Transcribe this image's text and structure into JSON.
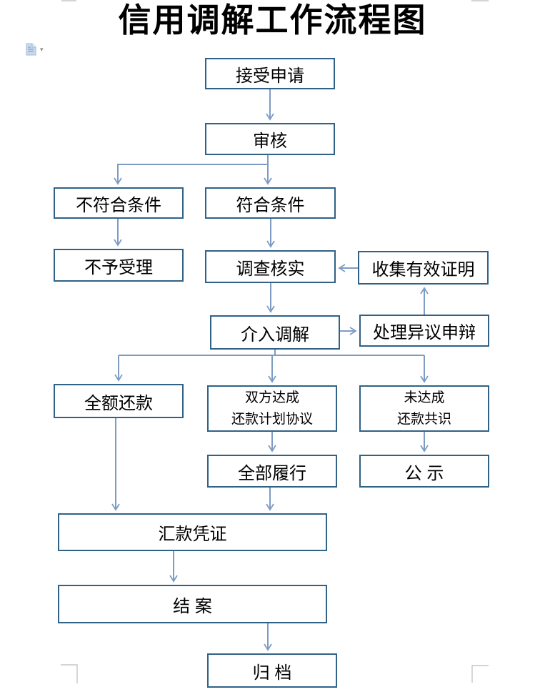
{
  "page": {
    "title": "信用调解工作流程图"
  },
  "paste_widget": {
    "icon": "paste-options-icon",
    "dropdown_glyph": "▾"
  },
  "nodes": {
    "accept": {
      "label": "接受申请"
    },
    "review": {
      "label": "审核"
    },
    "not_qualified": {
      "label": "不符合条件"
    },
    "qualified": {
      "label": "符合条件"
    },
    "reject": {
      "label": "不予受理"
    },
    "investigate": {
      "label": "调查核实"
    },
    "collect": {
      "label": "收集有效证明"
    },
    "mediate": {
      "label": "介入调解"
    },
    "objection": {
      "label": "处理异议申辩"
    },
    "full_repay": {
      "label": "全额还款"
    },
    "plan": {
      "line1": "双方达成",
      "line2": "还款计划协议"
    },
    "no_consensus": {
      "line1": "未达成",
      "line2": "还款共识"
    },
    "fulfill": {
      "label": "全部履行"
    },
    "publicize": {
      "label": "公  示"
    },
    "voucher": {
      "label": "汇款凭证"
    },
    "close_case": {
      "label": "结  案"
    },
    "archive": {
      "label": "归  档"
    }
  },
  "colors": {
    "box_border": "#2F6286",
    "connector": "#7D9CC4",
    "text": "#000000",
    "crop_mark": "#C6C6C6"
  }
}
